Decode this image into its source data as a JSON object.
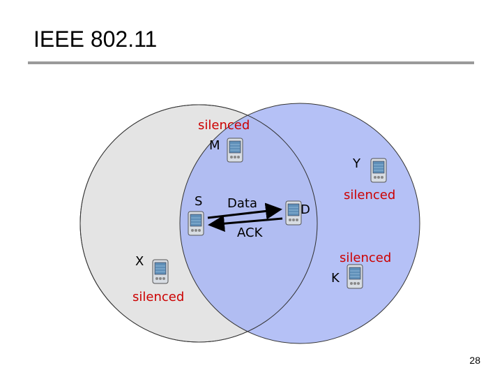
{
  "title": "IEEE 802.11",
  "page_number": "28",
  "diagram": {
    "nodes": {
      "M": "M",
      "Y": "Y",
      "S": "S",
      "D": "D",
      "X": "X",
      "K": "K"
    },
    "status": {
      "m_silenced": "silenced",
      "y_silenced": "silenced",
      "k_silenced": "silenced",
      "x_silenced": "silenced"
    },
    "arrows": {
      "data": "Data",
      "ack": "ACK"
    }
  }
}
